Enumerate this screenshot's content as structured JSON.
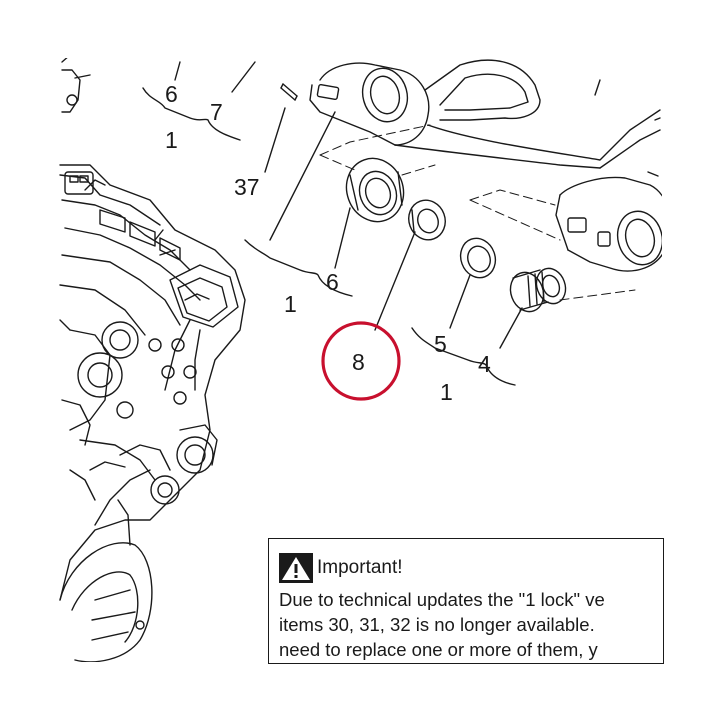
{
  "diagram": {
    "labels": {
      "lbl_6a": "6",
      "lbl_7": "7",
      "lbl_1a": "1",
      "lbl_37": "37",
      "lbl_6b": "6",
      "lbl_1b": "1",
      "lbl_8": "8",
      "lbl_5": "5",
      "lbl_4": "4",
      "lbl_1c": "1"
    },
    "highlight_color": "#c8102e",
    "line_color": "#1a1a1a"
  },
  "notice": {
    "icon": "warning-triangle-icon",
    "heading": "Important!",
    "lines": [
      "Due to technical updates the \"1 lock\" ve",
      "items 30, 31, 32 is no longer available.",
      "need to replace one or more of them, y"
    ]
  }
}
